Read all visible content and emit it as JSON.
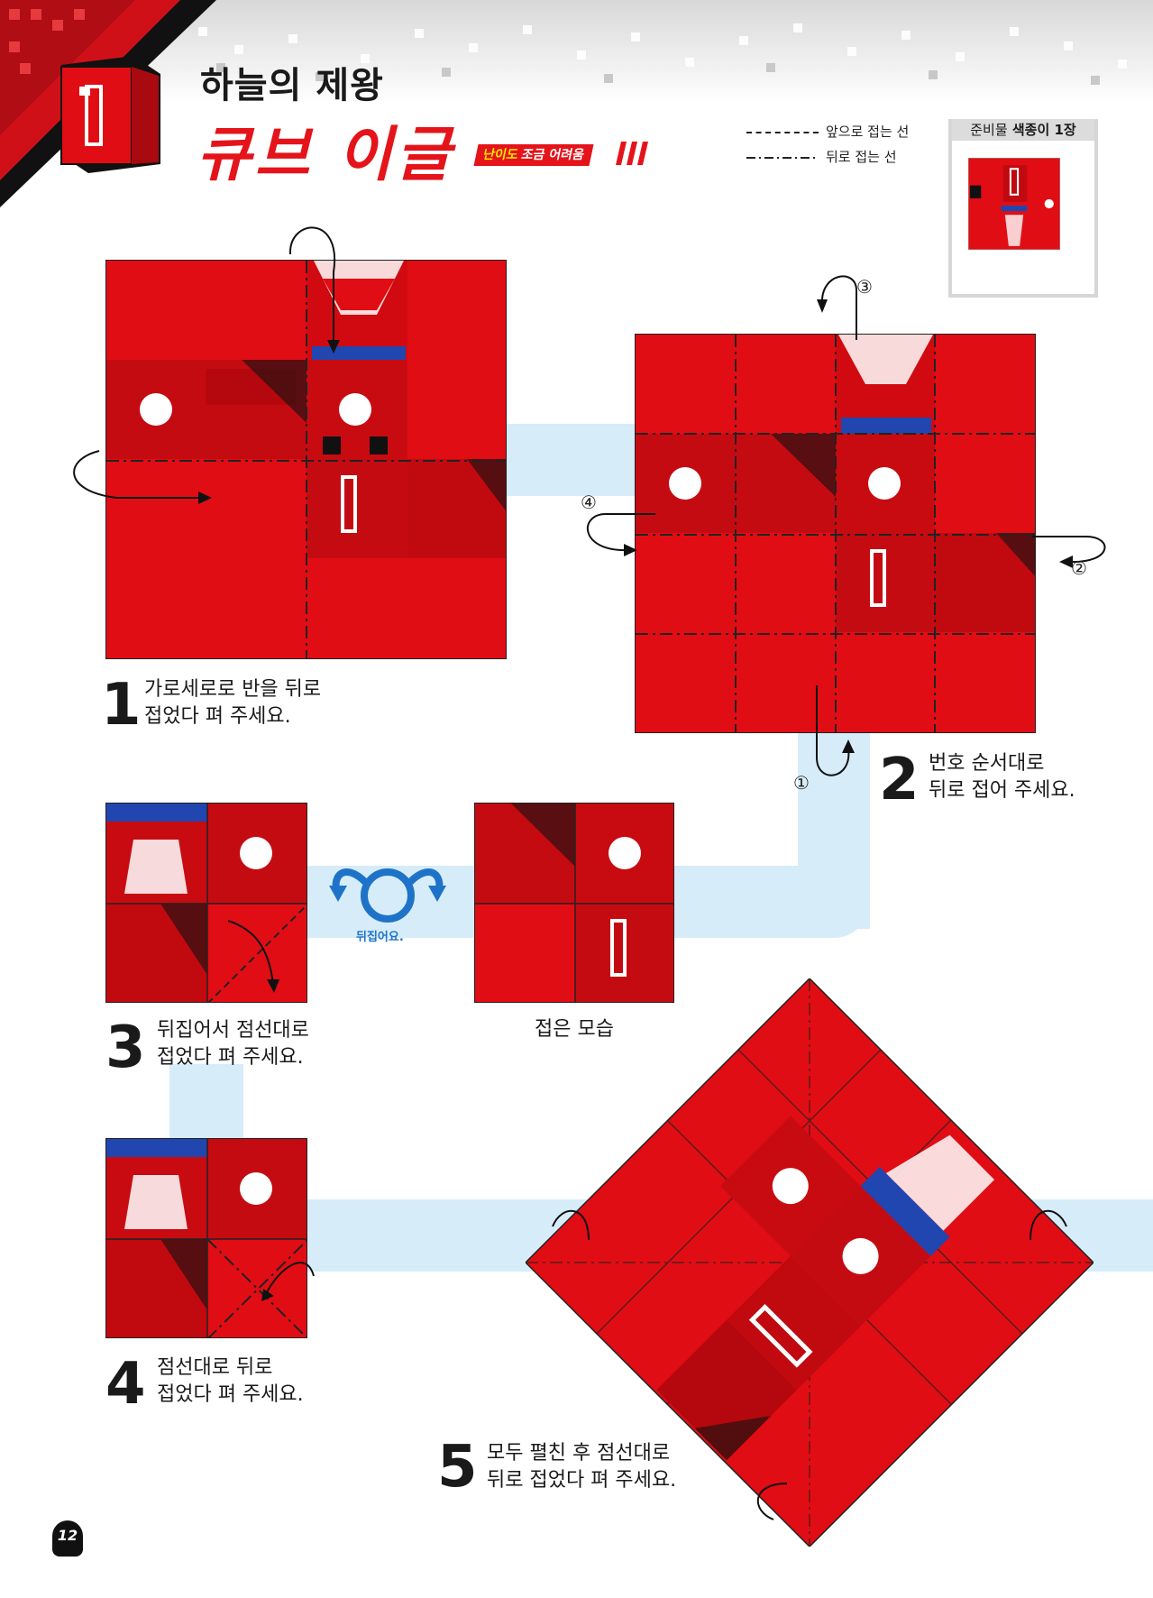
{
  "header": {
    "subtitle": "하늘의 제왕",
    "title": "큐브 이글",
    "difficulty_label": "난이도",
    "difficulty_value": "조금 어려움"
  },
  "legend": {
    "front_fold": "앞으로 접는 선",
    "back_fold": "뒤로 접는 선"
  },
  "materials": {
    "label": "준비물",
    "item": "색종이 1장"
  },
  "steps": [
    {
      "number": "1",
      "line1": "가로세로로 반을 뒤로",
      "line2": "접었다 펴 주세요."
    },
    {
      "number": "2",
      "line1": "번호 순서대로",
      "line2": "뒤로 접어 주세요."
    },
    {
      "number": "3",
      "line1": "뒤집어서 점선대로",
      "line2": "접었다 펴 주세요."
    },
    {
      "number": "4",
      "line1": "점선대로 뒤로",
      "line2": "접었다 펴 주세요."
    },
    {
      "number": "5",
      "line1": "모두 펼친 후 점선대로",
      "line2": "뒤로 접었다 펴 주세요."
    }
  ],
  "folded_caption": "접은 모습",
  "flip_label": "뒤집어요.",
  "order_marks": [
    "①",
    "②",
    "③",
    "④"
  ],
  "page_number": "12",
  "colors": {
    "red": "#e10d14",
    "blue": "#2146b0",
    "path": "#d6ecf8",
    "title_red": "#e4141a"
  }
}
